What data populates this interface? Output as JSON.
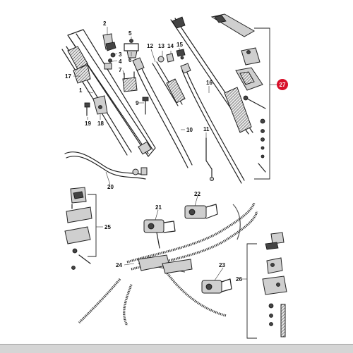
{
  "diagram": {
    "callouts": {
      "c1": "1",
      "c2": "2",
      "c3": "3",
      "c4": "4",
      "c5": "5",
      "c6": "6",
      "c7": "7",
      "c9": "9",
      "c10": "10",
      "c11": "11",
      "c12": "12",
      "c13": "13",
      "c14": "14",
      "c15": "15",
      "c16": "16",
      "c17": "17",
      "c18": "18",
      "c19": "19",
      "c20": "20",
      "c21": "21",
      "c22": "22",
      "c23": "23",
      "c24": "24",
      "c25": "25",
      "c26": "26",
      "c27": "27"
    },
    "highlight_color": "#d8102a"
  }
}
